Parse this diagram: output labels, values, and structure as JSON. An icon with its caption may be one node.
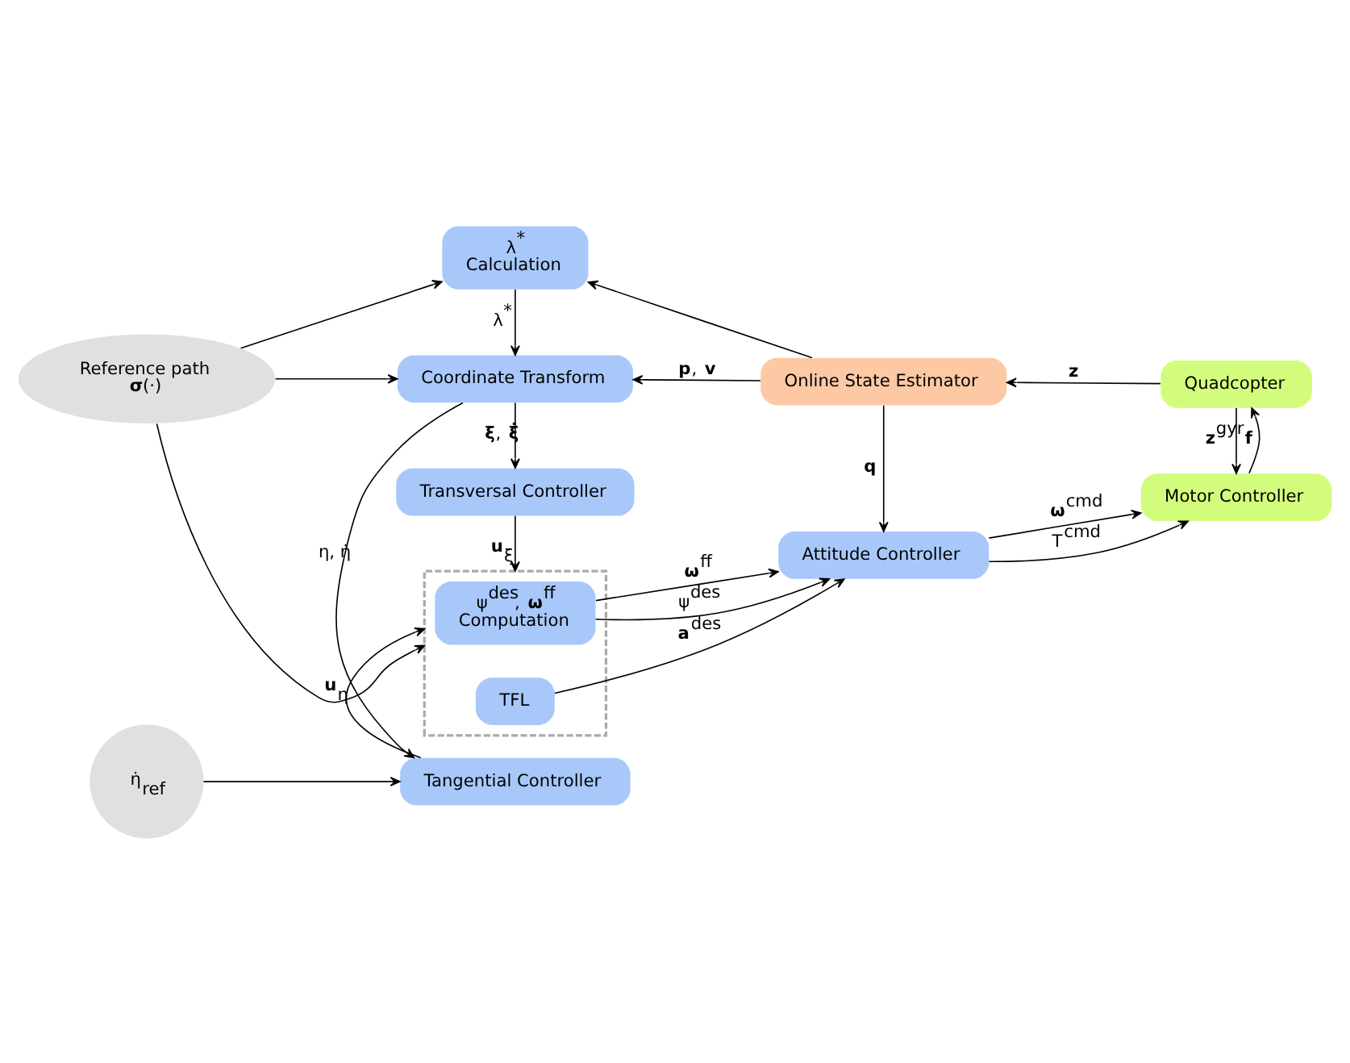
{
  "diagram": {
    "nodes": [
      {
        "text": [
          "Reference path",
          "**σ**(·)"
        ]
      },
      {
        "text": [],
        "shape": "box"
      },
      {
        "text": [
          "ψ$^{des}$, **ω**$^{ff}$",
          "Computation"
        ],
        "in": 1
      },
      {
        "text": [
          "TFL"
        ],
        "in": 1
      },
      {
        "text": [
          "Attitude Controller"
        ]
      },
      {
        "text": [
          "Motor Controller"
        ]
      },
      {
        "text": [
          "Quadcopter"
        ]
      },
      {
        "text": [
          "Tangential Controller"
        ]
      },
      {
        "text": [
          "Transversal Controller"
        ]
      },
      {
        "text": [
          "η̇$_{ref}$"
        ]
      },
      {
        "text": [
          "Coordinate Transform"
        ]
      },
      {
        "text": [
          "λ$^{*}$",
          "Calculation"
        ]
      },
      {
        "text": [
          "Online State Estimator"
        ]
      }
    ],
    "edges": [
      {
        "from": 0,
        "to": 1,
        "arrow": "to"
      },
      {
        "from": 2,
        "to": 4,
        "arrow": "to",
        "label": "**ω**$^{ff}$"
      },
      {
        "from": 2,
        "to": 4,
        "arrow": "to",
        "label": "ψ$^{des}$"
      },
      {
        "from": 3,
        "to": 4,
        "arrow": "to",
        "label": "**a**$^{des}$"
      },
      {
        "from": 4,
        "to": 5,
        "arrow": "to",
        "label": "**ω**$^{cmd}$"
      },
      {
        "from": 4,
        "to": 5,
        "arrow": "to",
        "label": "T$^{cmd}$"
      },
      {
        "from": 5,
        "to": 6,
        "arrow": "to",
        "label": "**f**"
      },
      {
        "from": 6,
        "to": 5,
        "arrow": "to",
        "label": "**z**$^{gyr}$"
      },
      {
        "from": 6,
        "to": 12,
        "arrow": "to",
        "label": "**z**"
      },
      {
        "from": 12,
        "to": 4,
        "arrow": "to",
        "label": "**q**"
      },
      {
        "from": 12,
        "to": 10,
        "arrow": "to",
        "label": "**p**, **v**"
      },
      {
        "from": 12,
        "to": 11,
        "arrow": "to"
      },
      {
        "from": 0,
        "to": 10,
        "arrow": "to"
      },
      {
        "from": 0,
        "to": 11,
        "arrow": "to"
      },
      {
        "from": 7,
        "to": 1,
        "arrow": "to",
        "label": "**u**$_{η}$"
      },
      {
        "from": 8,
        "to": 1,
        "arrow": "to",
        "label": "**u**$_{ξ}$"
      },
      {
        "from": 9,
        "to": 7,
        "arrow": "to"
      },
      {
        "from": 10,
        "to": 7,
        "arrow": "to",
        "label": "η, η̇"
      },
      {
        "from": 10,
        "to": 8,
        "arrow": "to",
        "label": "**ξ**, **ξ̇**"
      },
      {
        "from": 11,
        "to": 10,
        "arrow": "to",
        "label": "λ$^{*}$"
      }
    ]
  }
}
